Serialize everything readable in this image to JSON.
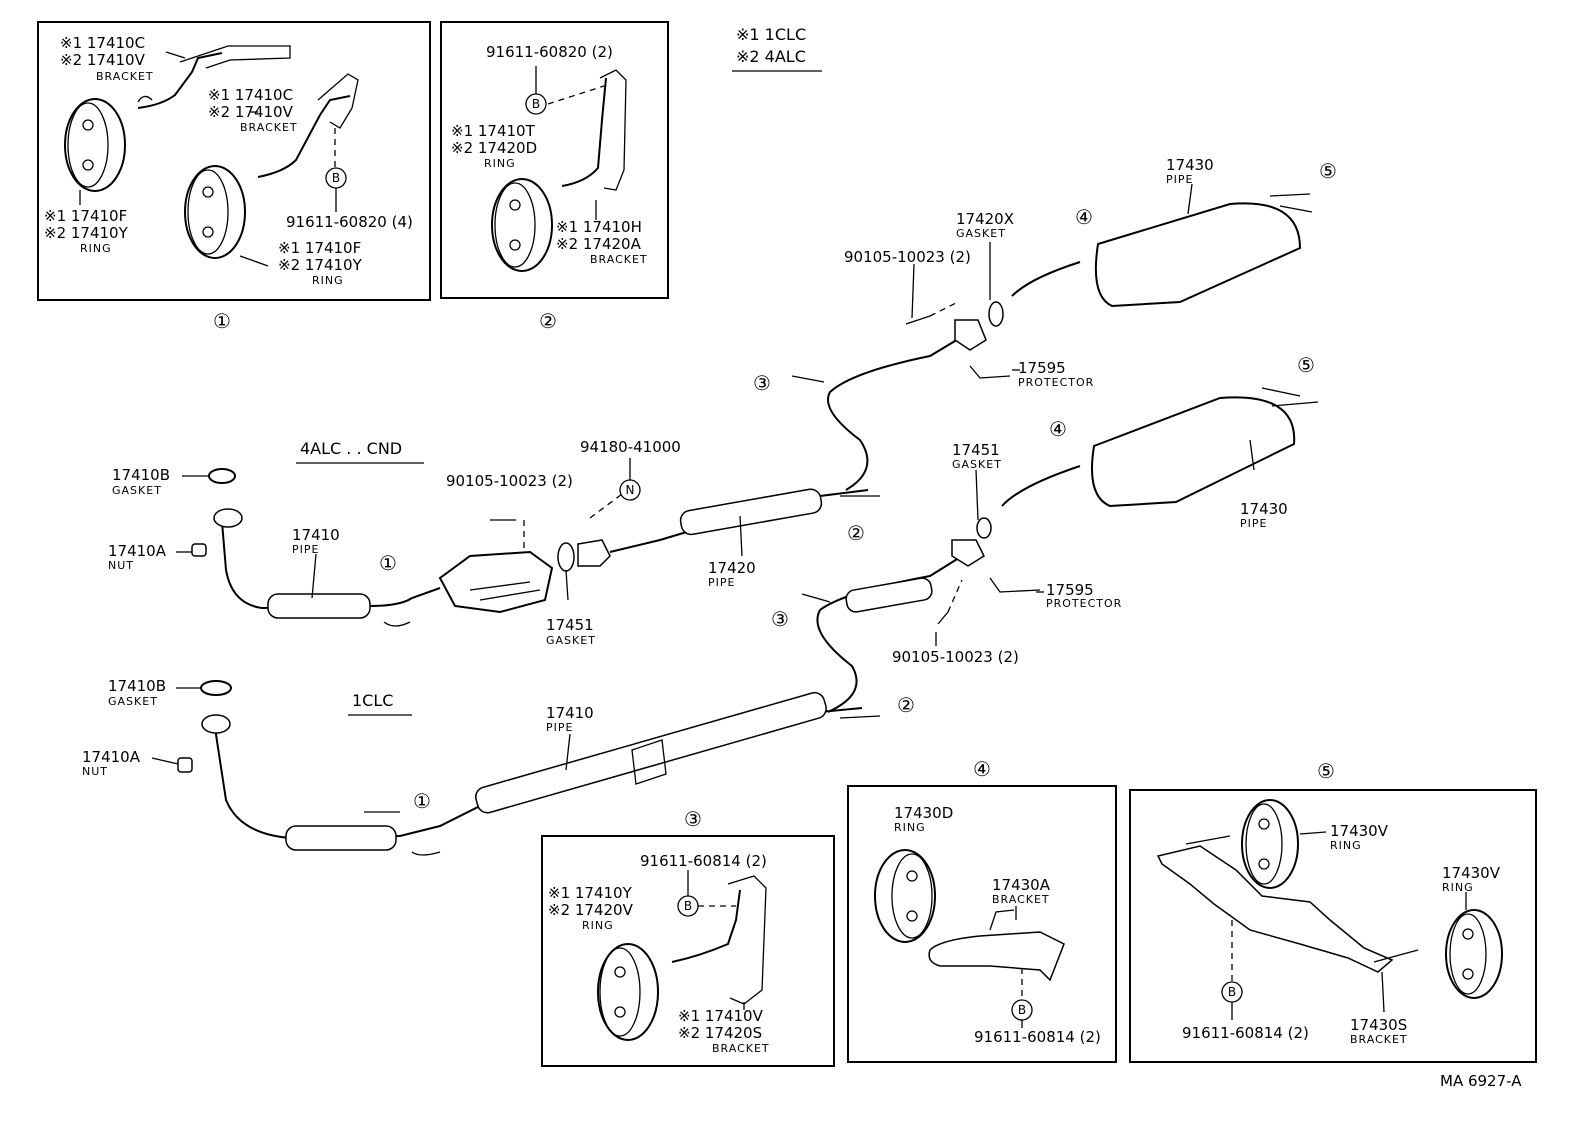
{
  "legend": {
    "line1": "※1 1CLC",
    "line2": "※2 4ALC"
  },
  "section_titles": {
    "cnd": "4ALC . . CND",
    "clc": "1CLC"
  },
  "drawing_code": "MA 6927-A",
  "callouts": [
    "①",
    "②",
    "③",
    "④",
    "⑤",
    "B",
    "N"
  ],
  "inset1": {
    "bracket_top_1": "※1 17410C",
    "bracket_top_2": "※2 17410V",
    "bracket_top_name": "BRACKET",
    "bracket_mid_1": "※1 17410C",
    "bracket_mid_2": "※2 17410V",
    "bracket_mid_name": "BRACKET",
    "ring_left_1": "※1 17410F",
    "ring_left_2": "※2 17410Y",
    "ring_left_name": "RING",
    "bolt": "91611-60820 (4)",
    "ring_right_1": "※1 17410F",
    "ring_right_2": "※2 17410Y",
    "ring_right_name": "RING",
    "number": "①"
  },
  "inset2": {
    "bolt": "91611-60820 (2)",
    "ring_1": "※1 17410T",
    "ring_2": "※2 17420D",
    "ring_name": "RING",
    "bracket_1": "※1 17410H",
    "bracket_2": "※2 17420A",
    "bracket_name": "BRACKET",
    "number": "②"
  },
  "inset3": {
    "bolt": "91611-60814 (2)",
    "ring_1": "※1 17410Y",
    "ring_2": "※2 17420V",
    "ring_name": "RING",
    "bracket_1": "※1 17410V",
    "bracket_2": "※2 17420S",
    "bracket_name": "BRACKET",
    "number": "③"
  },
  "inset4": {
    "ring": "17430D",
    "ring_name": "RING",
    "bracket": "17430A",
    "bracket_name": "BRACKET",
    "bolt": "91611-60814 (2)",
    "number": "④"
  },
  "inset5": {
    "ring_a": "17430V",
    "ring_a_name": "RING",
    "ring_b": "17430V",
    "ring_b_name": "RING",
    "bolt": "91611-60814 (2)",
    "bracket": "17430S",
    "bracket_name": "BRACKET",
    "number": "⑤"
  },
  "upper": {
    "gasket_front": "17410B",
    "gasket_front_name": "GASKET",
    "nut": "17410A",
    "nut_name": "NUT",
    "front_pipe": "17410",
    "front_pipe_name": "PIPE",
    "bolt_cat": "90105-10023 (2)",
    "gasket_cat": "17451",
    "gasket_cat_name": "GASKET",
    "nut_n": "94180-41000",
    "center_pipe": "17420",
    "center_pipe_name": "PIPE",
    "bolt_rear": "90105-10023 (2)",
    "gasket_rear": "17420X",
    "gasket_rear_name": "GASKET",
    "tail_pipe": "17430",
    "tail_pipe_name": "PIPE",
    "protector": "17595",
    "protector_name": "PROTECTOR"
  },
  "lower": {
    "gasket_front": "17410B",
    "gasket_front_name": "GASKET",
    "nut": "17410A",
    "nut_name": "NUT",
    "pipe": "17410",
    "pipe_name": "PIPE",
    "gasket_rear": "17451",
    "gasket_rear_name": "GASKET",
    "tail_pipe": "17430",
    "tail_pipe_name": "PIPE",
    "protector": "17595",
    "protector_name": "PROTECTOR",
    "bolt_rear": "90105-10023 (2)"
  }
}
